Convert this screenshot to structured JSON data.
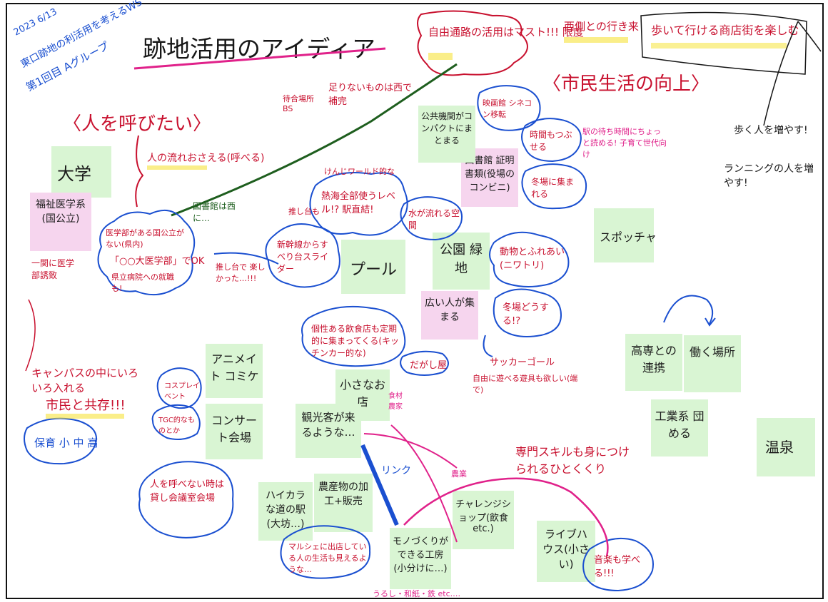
{
  "header": {
    "date": "2023 6/13",
    "workshop": "東口跡地の利活用を考えるWS",
    "session": "第1回目 Aグループ",
    "title": "跡地活用のアイディア"
  },
  "themes": {
    "attract": "〈人を呼びたい〉",
    "citizen_life": "〈市民生活の向上〉",
    "free_passage": "自由通路の活用はマスト!!! 限度",
    "west_side": "西側との行き来",
    "walkable": "歩いて行ける商店街を楽しむ"
  },
  "notes": {
    "university": "大学",
    "welfare_medical": "福祉医学系(国公立)",
    "pool": "プール",
    "park": "公園 緑地",
    "library_cert": "図書館 証明書類(役場のコンビニ)",
    "public_compact": "公共機関がコンパクトにまとまる",
    "sports_bar": "スポッチャ",
    "crowd": "広い人が集まる",
    "animate": "アニメイト コミケ",
    "concert": "コンサート会場",
    "small_shop": "小さなお店",
    "tourists": "観光客が来るような…",
    "highcollar": "ハイカラな道の駅(大坊…)",
    "agri": "農産物の加工+販売",
    "workshop_craft": "モノづくりができる工房(小分けに…)",
    "challenge_shop": "チャレンジショップ(飲食etc.)",
    "livehouse": "ライブハウス(小さい)",
    "kosen": "高専との連携",
    "workplace": "働く場所",
    "factory": "工業系 団める",
    "onsen": "温泉"
  },
  "annotations": {
    "flow": "人の流れおさえる(呼べる)",
    "medical_dept": "医学部がある国公立がない(県内)",
    "medical_ok": "「○○大医学部」でOK",
    "hospital_job": "県立病院への就職も!",
    "top_med": "一関に医学部誘致",
    "campus": "キャンパスの中にいろいろ入れる",
    "coexist": "市民と共存!!!",
    "kids": "保育 小 中 高",
    "library_east": "図書館は西に…",
    "lacking": "足りないものは西で補完",
    "bus": "待合場所 BS",
    "kenji": "けんじワールド的な",
    "hot_spring_level": "熱海全部使うレベル!? 駅直結!",
    "shinkansen": "新幹線からすべり台スライダー",
    "oshi": "推し台も",
    "oshi2": "推し台で 楽しかった…!!!",
    "water": "水が流れる空間",
    "animals": "動物とふれあい(ニワトリ)",
    "winter": "冬場どうする!?",
    "soccer": "サッカーゴール",
    "free_play": "自由に遊べる遊具も欲しい(端で)",
    "dagashi": "だがし屋",
    "food_stalls": "個性ある飲食店も定期的に集まってくる(キッチンカー的な)",
    "cosplay": "コスプレイベント",
    "tgc": "TGC的なものとか",
    "rental": "人を呼べない時は貸し会議室会場",
    "eiga": "映画館 シネコン移転",
    "time_kill": "時間もつぶせる",
    "waiting": "駅の待ち時間にちょっと読める! 子育て世代向け",
    "winter_gather": "冬場に集まれる",
    "walkers": "歩く人を増やす!",
    "runners": "ランニングの人を増やす!",
    "skills": "専門スキルも身につけられるひとくくり",
    "music": "音楽も学べる!!!",
    "marche": "マルシェに出店している人の生活も見えるような…",
    "link": "リンク",
    "local_food": "食材 農家",
    "crafts": "うるし・和紙・鉄 etc.…",
    "farm": "農業"
  },
  "colors": {
    "note_green": "#d9f5d3",
    "note_pink": "#f6d5ee",
    "ink_red": "#c8102e",
    "ink_magenta": "#e0218a",
    "ink_blue": "#1a4fd0",
    "ink_green": "#1e5e1e",
    "ink_black": "#161616",
    "highlight_yellow": "#f6e33a"
  }
}
